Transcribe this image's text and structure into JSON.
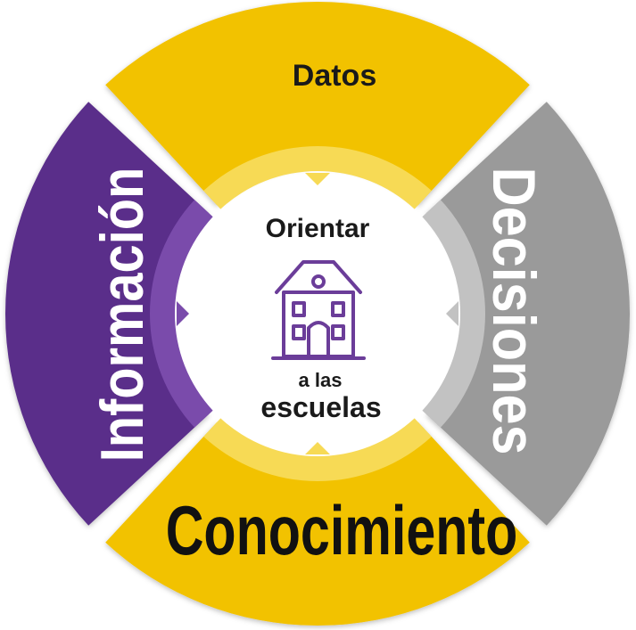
{
  "segments": {
    "top": {
      "label": "Datos",
      "color": "#f2c200",
      "inner_color": "#f7da55"
    },
    "right": {
      "label": "Decisiones",
      "color": "#9a9a9a",
      "inner_color": "#c2c2c2"
    },
    "bottom": {
      "label": "Conocimiento",
      "color": "#f2c200",
      "inner_color": "#f7da55"
    },
    "left": {
      "label": "Información",
      "color": "#5a2e8a",
      "inner_color": "#7a4bab"
    }
  },
  "center": {
    "line1": "Orientar",
    "line2": "a las",
    "line3": "escuelas",
    "icon": "school-building-icon",
    "icon_color": "#6b3d99"
  }
}
